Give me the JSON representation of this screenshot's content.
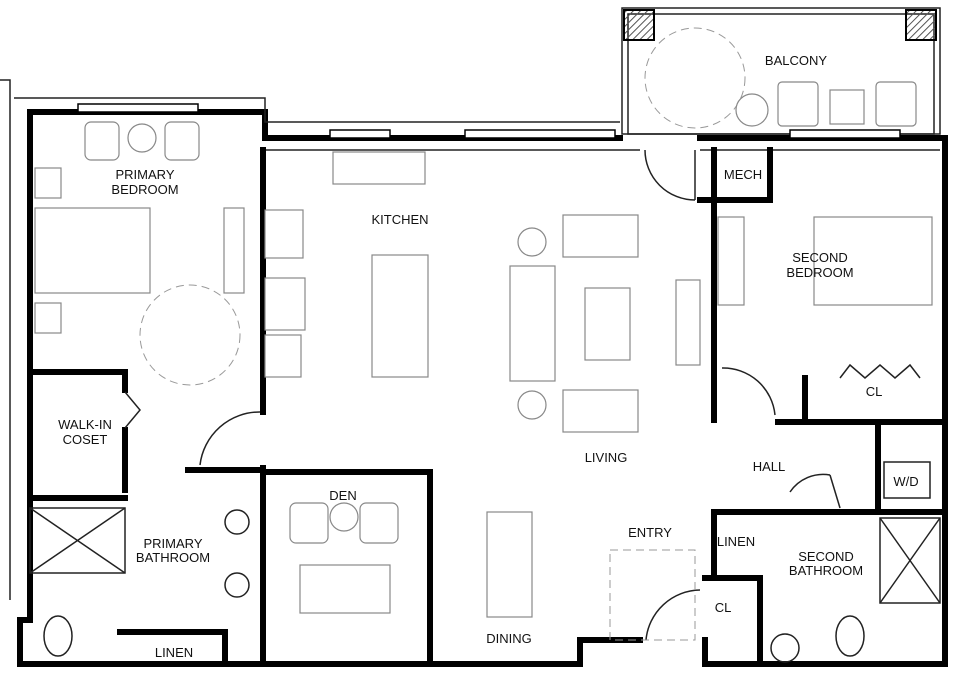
{
  "rooms": {
    "balcony": "BALCONY",
    "mech": "MECH",
    "primary_bedroom": [
      "PRIMARY",
      "BEDROOM"
    ],
    "kitchen": "KITCHEN",
    "second_bedroom": [
      "SECOND",
      "BEDROOM"
    ],
    "closet_bedroom2": "CL",
    "walk_in": [
      "WALK-IN",
      "COSET"
    ],
    "living": "LIVING",
    "hall": "HALL",
    "wd": "W/D",
    "den": "DEN",
    "primary_bathroom": [
      "PRIMARY",
      "BATHROOM"
    ],
    "entry": "ENTRY",
    "linen_hall": "LINEN",
    "second_bathroom": [
      "SECOND",
      "BATHROOM"
    ],
    "closet_entry": "CL",
    "dining": "DINING",
    "linen_bath": "LINEN"
  },
  "colors": {
    "wall": "#000000",
    "furniture": "#888888",
    "hatch": "#555555"
  }
}
